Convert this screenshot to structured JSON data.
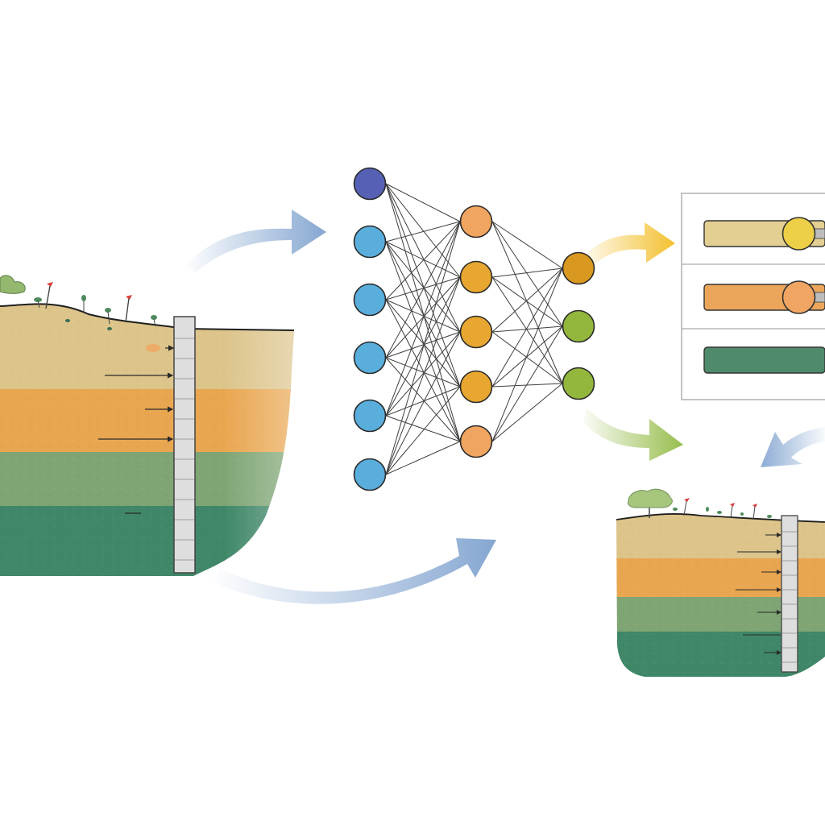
{
  "colors": {
    "background": "#ffffff",
    "layer_sand": "#dcc48a",
    "layer_orange": "#e9a650",
    "layer_lightgreen": "#7fa574",
    "layer_darkgreen": "#3f8768",
    "borehole": "#d9d9d9",
    "arrow_blue": "#7fa2cf",
    "arrow_yellow": "#f3c02e",
    "arrow_green": "#97bd4c",
    "node_input_top": "#5660b4",
    "node_input": "#5aaedc",
    "node_hidden_orange": "#f0a560",
    "node_hidden_amber": "#e7a731",
    "node_output_amber": "#d9981f",
    "node_output_green": "#93b73d",
    "bar_sand": "#e3cf92",
    "bar_orange": "#eca65b",
    "bar_green": "#4f8b6a",
    "knob_yellow": "#edd048",
    "knob_orange": "#f0a562"
  },
  "network": {
    "input_nodes": 6,
    "hidden_nodes": 5,
    "output_nodes": 3
  },
  "output_panel": {
    "rows": [
      {
        "bar": "sand",
        "fill_fraction": 0.75
      },
      {
        "bar": "orange",
        "fill_fraction": 0.75
      },
      {
        "bar": "green",
        "fill_fraction": 1.0
      }
    ]
  },
  "icons": [
    "tree-icon",
    "flag-icon",
    "plant-icon",
    "arrow-icon"
  ]
}
